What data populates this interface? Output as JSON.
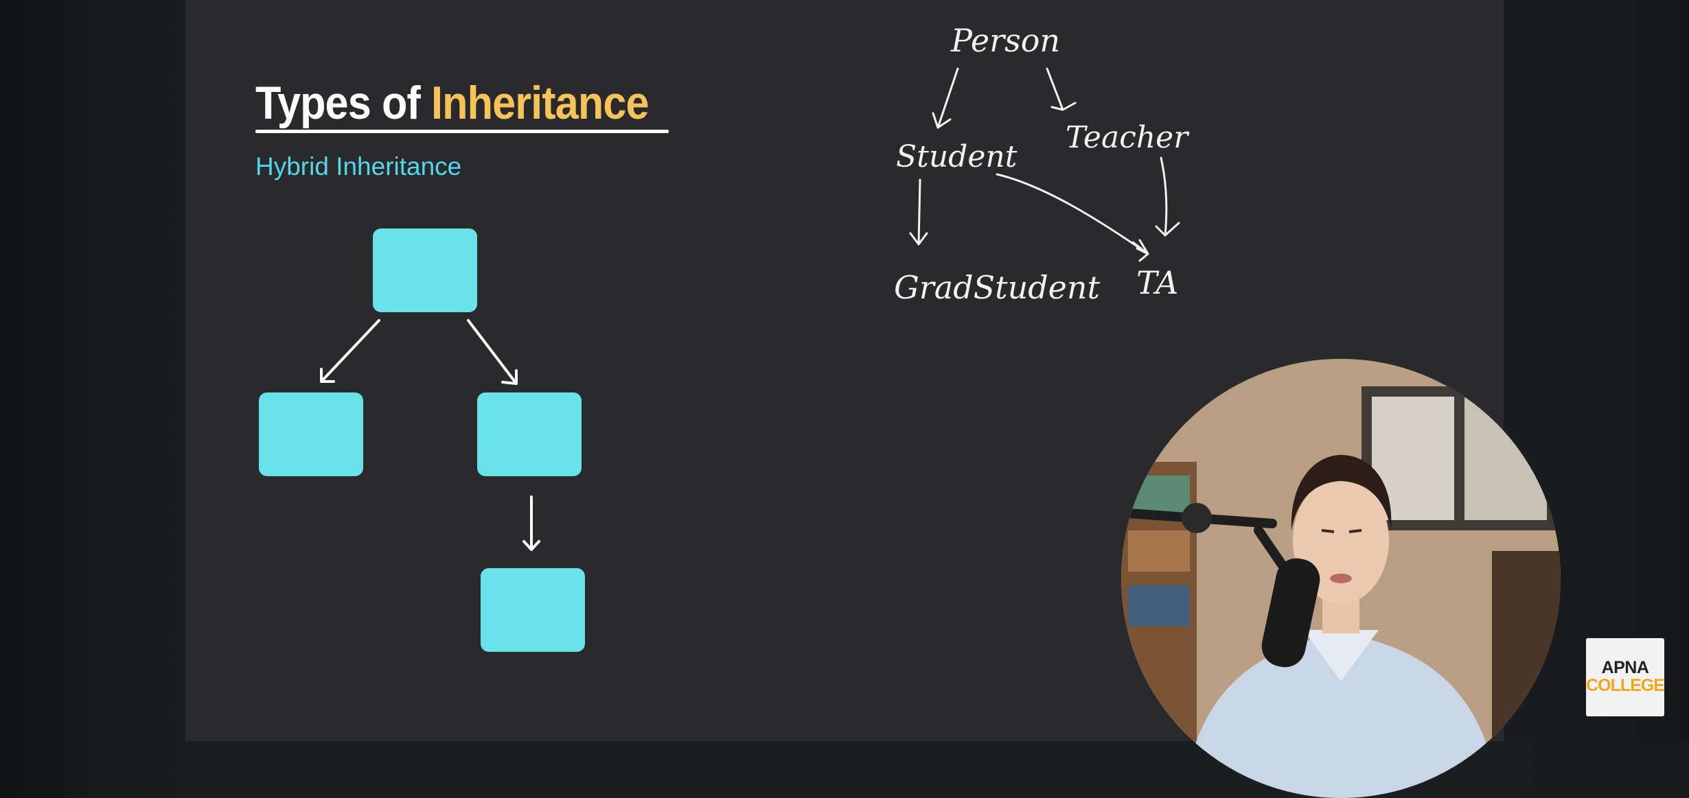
{
  "slide": {
    "title_prefix": "Types of ",
    "title_highlight": "Inheritance",
    "subtitle": "Hybrid Inheritance"
  },
  "whiteboard": {
    "labels": {
      "person": "Person",
      "student": "Student",
      "teacher": "Teacher",
      "grad_student": "GradStudent",
      "ta": "TA"
    }
  },
  "branding": {
    "logo_line1": "APNA",
    "logo_line2": "COLLEGE"
  },
  "colors": {
    "slide_bg": "#2a2a2c",
    "accent_yellow": "#f5c35a",
    "subtitle_cyan": "#54d6ec",
    "box_fill": "#68e3e9",
    "logo_orange": "#f0a51a"
  }
}
